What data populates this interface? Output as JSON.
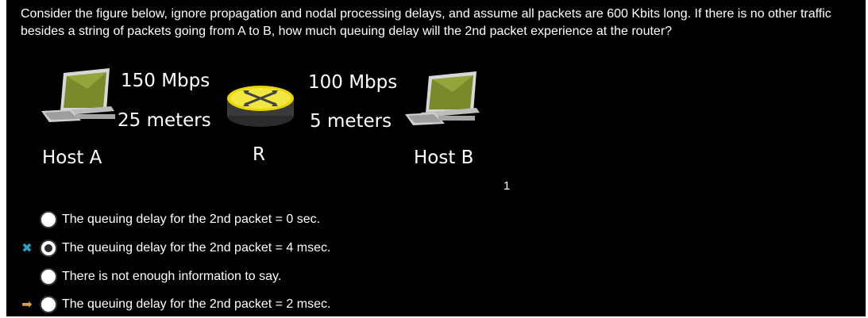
{
  "question": {
    "text": "Consider the figure below, ignore propagation and nodal processing delays, and assume all packets are 600 Kbits long. If there is no other traffic besides a string of packets going from A to B, how much queuing delay will the 2nd packet experience at the router?"
  },
  "figure": {
    "link1_rate": "150 Mbps",
    "link1_length": "25 meters",
    "link2_rate": "100 Mbps",
    "link2_length": "5 meters",
    "host_a": "Host A",
    "router": "R",
    "host_b": "Host B"
  },
  "question_number": "1",
  "answers": [
    {
      "text": "The queuing delay for the 2nd packet = 0 sec.",
      "selected": false,
      "marker": ""
    },
    {
      "text": "The queuing delay for the 2nd packet = 4 msec.",
      "selected": true,
      "marker": "✖"
    },
    {
      "text": "There is not enough information to say.",
      "selected": false,
      "marker": ""
    },
    {
      "text": "The queuing delay for the 2nd packet = 2 msec.",
      "selected": false,
      "marker": "➡"
    }
  ],
  "colors": {
    "background": "#000000",
    "wrong_marker": "#2aa4c8",
    "correct_marker": "#d4a24b",
    "router_yellow": "#e8d600"
  }
}
